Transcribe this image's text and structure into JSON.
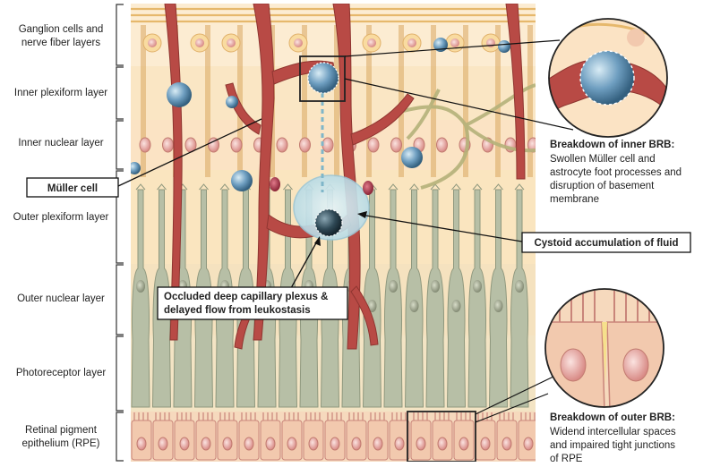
{
  "layers": [
    {
      "label": "Ganglion cells and\nnerve fiber layers"
    },
    {
      "label": "Inner plexiform layer"
    },
    {
      "label": "Inner nuclear layer"
    },
    {
      "label": "Outer plexiform layer"
    },
    {
      "label": "Outer nuclear layer"
    },
    {
      "label": "Photoreceptor layer"
    },
    {
      "label": "Retinal pigment\nepithelium (RPE)"
    }
  ],
  "callouts": {
    "muller_cell": "Müller cell",
    "cystoid": "Cystoid accumulation of fluid",
    "occluded": "Occluded deep capillary plexus &\ndelayed flow from leukostasis"
  },
  "inner_brb": {
    "title": "Breakdown of inner BRB:",
    "body": "Swollen Müller cell and\nastrocyte foot processes and\ndisruption of basement\nmembrane"
  },
  "outer_brb": {
    "title": "Breakdown of outer BRB:",
    "body": "Widend intercellular spaces\nand impaired tight junctions\nof RPE"
  },
  "colors": {
    "vessel": "#b84a45",
    "muller": "#d8a860",
    "photoreceptor": "#b7bfa6",
    "rpe": "#f2c9ae",
    "background": "#fbe9c8",
    "leukocyte": "#5f8fb0"
  }
}
